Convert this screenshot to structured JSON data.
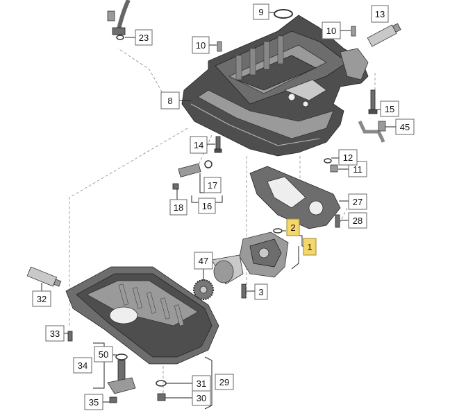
{
  "labels": {
    "l1": "1",
    "l2": "2",
    "l3": "3",
    "l8": "8",
    "l9": "9",
    "l10a": "10",
    "l10b": "10",
    "l11": "11",
    "l12": "12",
    "l13": "13",
    "l14": "14",
    "l15": "15",
    "l16": "16",
    "l17": "17",
    "l18": "18",
    "l23": "23",
    "l27": "27",
    "l28": "28",
    "l29": "29",
    "l30": "30",
    "l31": "31",
    "l32": "32",
    "l33": "33",
    "l34": "34",
    "l35": "35",
    "l45": "45",
    "l47": "47",
    "l50": "50"
  },
  "colors": {
    "highlight": "#f5d66a",
    "part_dark": "#4e4e4e",
    "leader_line": "#222222"
  }
}
